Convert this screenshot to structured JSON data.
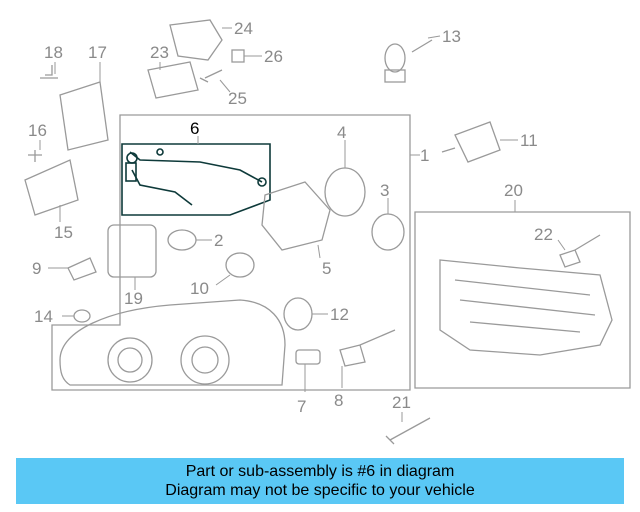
{
  "diagram": {
    "callouts": [
      "1",
      "2",
      "3",
      "4",
      "5",
      "6",
      "7",
      "8",
      "9",
      "10",
      "11",
      "12",
      "13",
      "14",
      "15",
      "16",
      "17",
      "18",
      "19",
      "20",
      "21",
      "22",
      "23",
      "24",
      "25",
      "26"
    ],
    "highlighted_part": "6",
    "colors": {
      "line": "#9a9a9a",
      "highlight": "#0e3a3a",
      "banner": "#5ac8f5"
    }
  },
  "banner": {
    "line1": "Part or sub-assembly is #6 in diagram",
    "line2": "Diagram may not be specific to your vehicle"
  }
}
